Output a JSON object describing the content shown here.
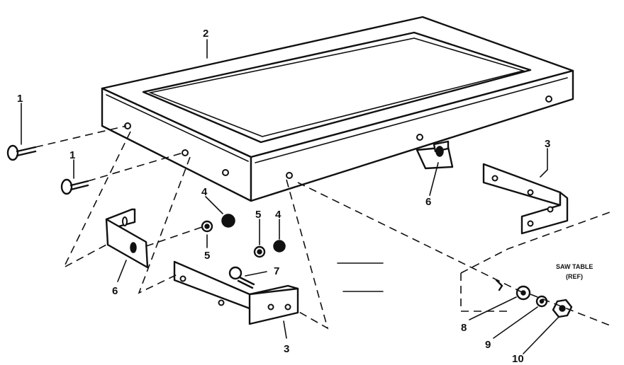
{
  "callouts": {
    "c1a": "1",
    "c1b": "1",
    "c2": "2",
    "c3a": "3",
    "c3b": "3",
    "c4a": "4",
    "c4b": "4",
    "c5a": "5",
    "c5b": "5",
    "c6a": "6",
    "c6b": "6",
    "c7": "7",
    "c8": "8",
    "c9": "9",
    "c10": "10"
  },
  "reference": {
    "line1": "SAW TABLE",
    "line2": "(REF)"
  }
}
